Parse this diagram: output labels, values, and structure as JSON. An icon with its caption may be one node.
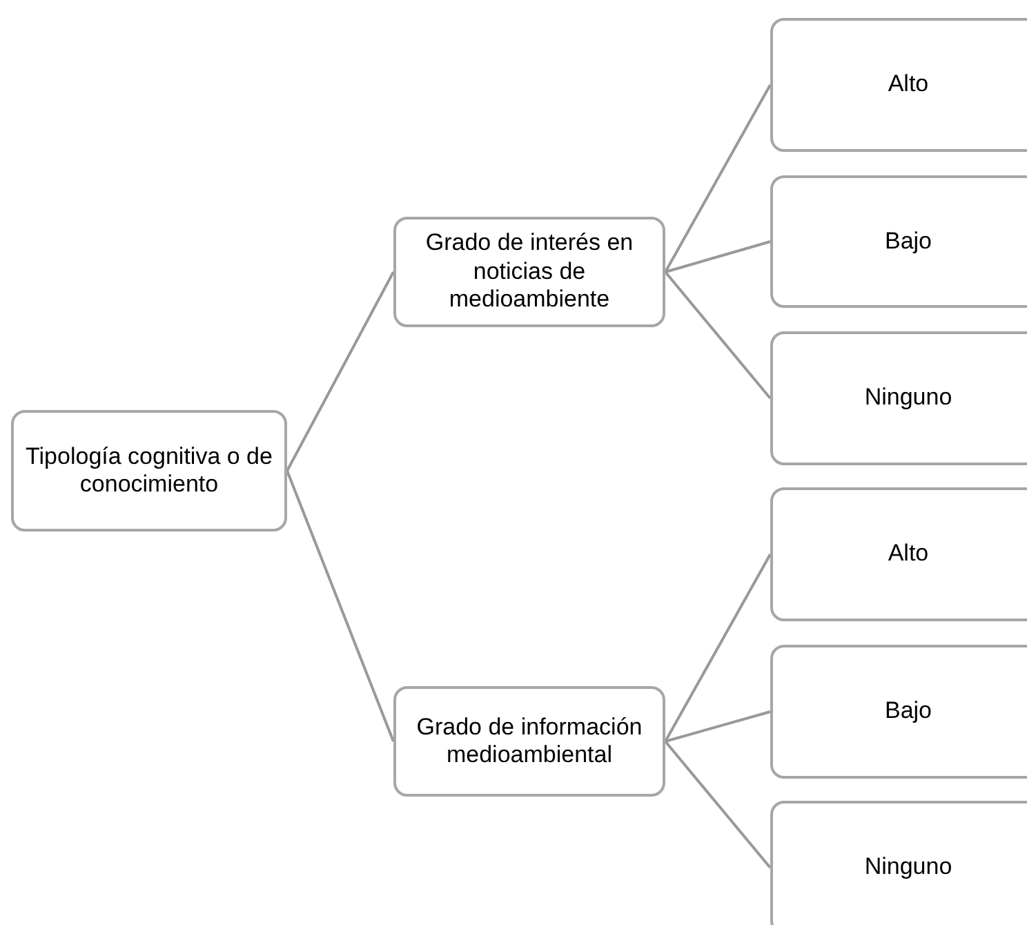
{
  "diagram": {
    "nodes": [
      {
        "text": [
          "Tipología cognitiva o de conocimiento"
        ]
      },
      {
        "text": [
          "Grado de interés en noticias de medioambiente"
        ]
      },
      {
        "text": [
          "Alto"
        ]
      },
      {
        "text": [
          "Bajo"
        ]
      },
      {
        "text": [
          "Ninguno"
        ]
      },
      {
        "text": [
          "Grado de información medioambiental"
        ]
      },
      {
        "text": [
          "Alto"
        ]
      },
      {
        "text": [
          "Bajo"
        ]
      },
      {
        "text": [
          "Ninguno"
        ]
      }
    ],
    "edges": [
      {
        "from": 0,
        "to": 1,
        "arrow": "none"
      },
      {
        "from": 0,
        "to": 5,
        "arrow": "none"
      },
      {
        "from": 1,
        "to": 2,
        "arrow": "none"
      },
      {
        "from": 1,
        "to": 3,
        "arrow": "none"
      },
      {
        "from": 1,
        "to": 4,
        "arrow": "none"
      },
      {
        "from": 5,
        "to": 6,
        "arrow": "none"
      },
      {
        "from": 5,
        "to": 7,
        "arrow": "none"
      },
      {
        "from": 5,
        "to": 8,
        "arrow": "none"
      }
    ]
  }
}
